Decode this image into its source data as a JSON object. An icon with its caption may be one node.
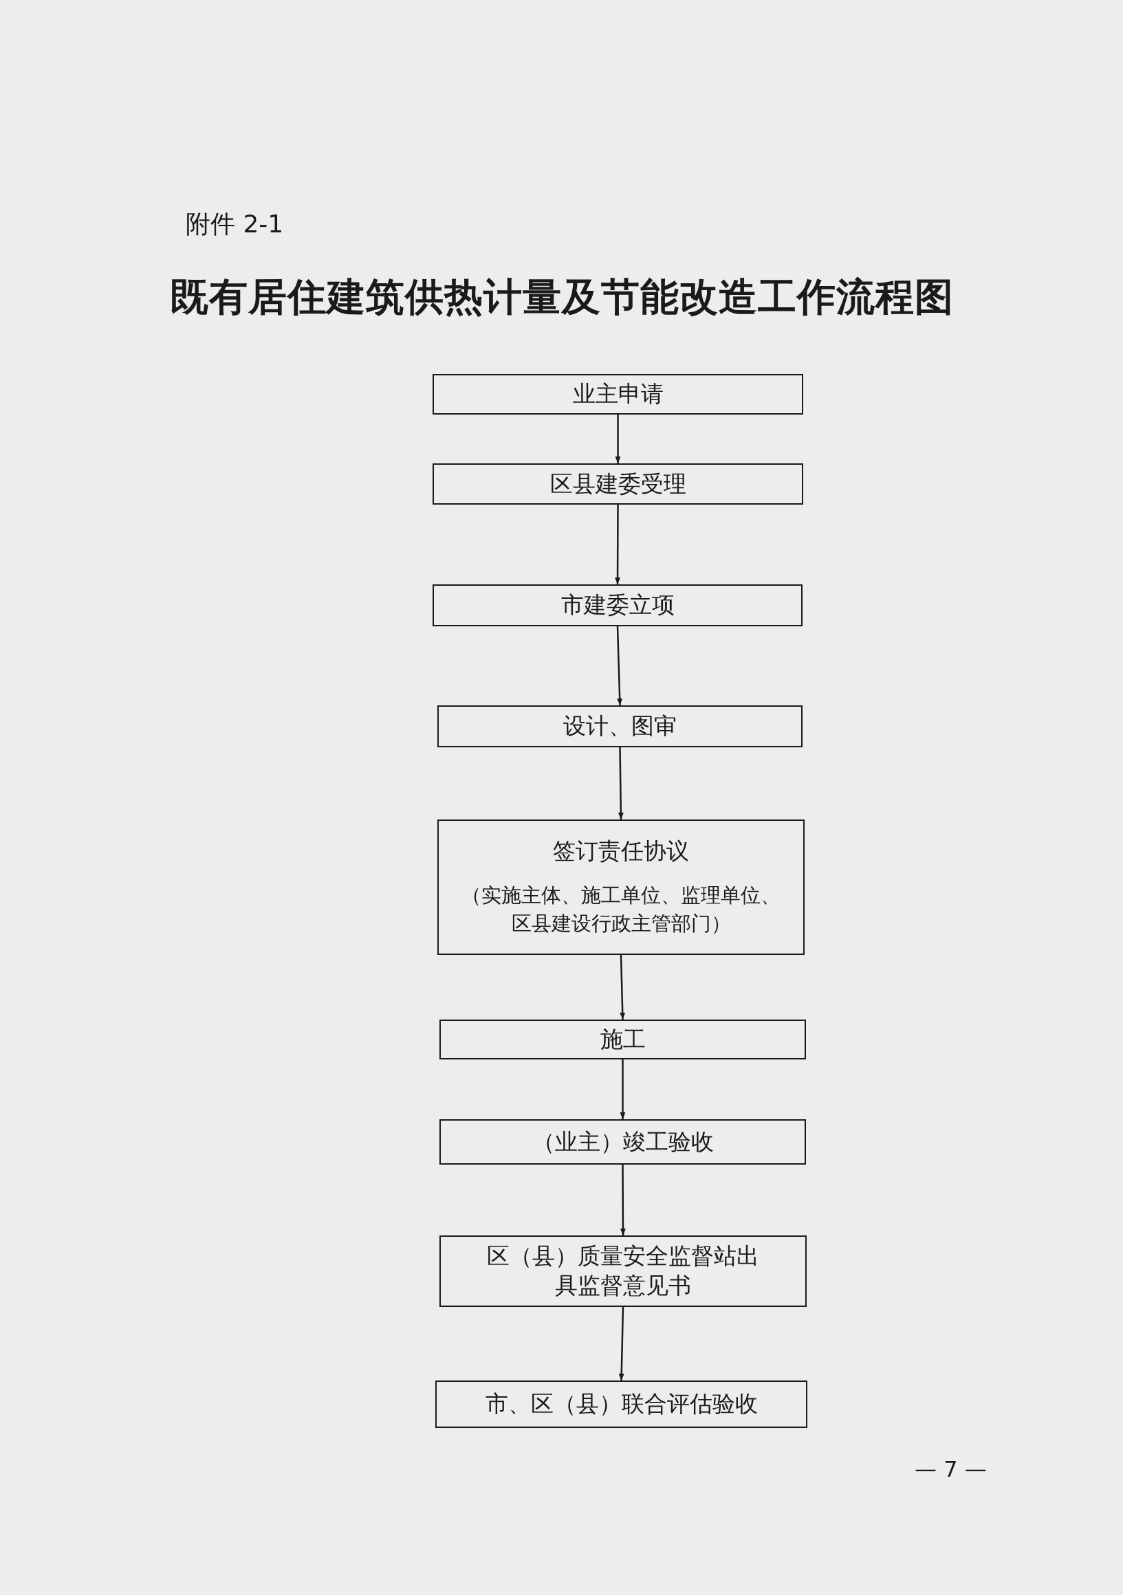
{
  "diagram": {
    "title": "既有居住建筑供热计量及节能改造工作流程图",
    "nodes": [
      {
        "text": [
          "业主申请"
        ]
      },
      {
        "text": [
          "区县建委受理"
        ]
      },
      {
        "text": [
          "市建委立项"
        ]
      },
      {
        "text": [
          "设计、图审"
        ]
      },
      {
        "text": [
          "签订责任协议",
          "（实施主体、施工单位、监理单位、区县建设行政主管部门）"
        ]
      },
      {
        "text": [
          "施工"
        ]
      },
      {
        "text": [
          "（业主）竣工验收"
        ]
      },
      {
        "text": [
          "区（县）质量安全监督站出具监督意见书"
        ]
      },
      {
        "text": [
          "市、区（县）联合评估验收"
        ]
      }
    ],
    "edges": [
      {
        "from": 0,
        "to": 1,
        "arrow": "to"
      },
      {
        "from": 1,
        "to": 2,
        "arrow": "to"
      },
      {
        "from": 2,
        "to": 3,
        "arrow": "to"
      },
      {
        "from": 3,
        "to": 4,
        "arrow": "to"
      },
      {
        "from": 4,
        "to": 5,
        "arrow": "to"
      },
      {
        "from": 5,
        "to": 6,
        "arrow": "to"
      },
      {
        "from": 6,
        "to": 7,
        "arrow": "to"
      },
      {
        "from": 7,
        "to": 8,
        "arrow": "to"
      }
    ],
    "labels": [
      "附件 2-1",
      "— 7 —"
    ]
  }
}
